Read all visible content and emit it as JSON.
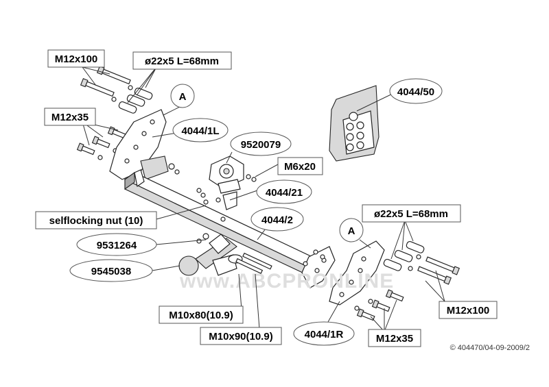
{
  "labels": {
    "m12x100_top": "M12x100",
    "spacer_top": "ø22x5 L=68mm",
    "m12x35_left": "M12x35",
    "bracket_left": "4044/1L",
    "circle_a_top": "A",
    "bracket_50": "4044/50",
    "socket_plate": "9520079",
    "m6x20": "M6x20",
    "plate_21": "4044/21",
    "selflock_nut": "selflocking nut (10)",
    "main_beam": "4044/2",
    "circle_a_right": "A",
    "spacer_right": "ø22x5 L=68mm",
    "part_9531264": "9531264",
    "ball_9545038": "9545038",
    "m12x100_right": "M12x100",
    "m10x80": "M10x80(10.9)",
    "m10x90": "M10x90(10.9)",
    "bracket_right": "4044/1R",
    "m12x35_right": "M12x35"
  },
  "watermark": "www.ABCPRONLINE",
  "copyright": "© 404470/04-09-2009/2"
}
